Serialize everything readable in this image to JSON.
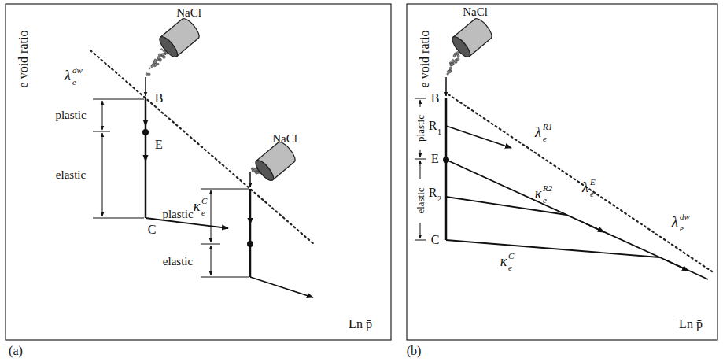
{
  "diagram": {
    "labels": [
      "e void ratio",
      "Ln p̄",
      "NaCl",
      "NaCl",
      "λ",
      "e",
      "dw",
      "B",
      "E",
      "C",
      "plastic",
      "elastic",
      "κ",
      "e",
      "C",
      "plastic",
      "elastic",
      "(a)",
      "e void ratio",
      "Ln p̄",
      "NaCl",
      "B",
      "R",
      "1",
      "E",
      "R",
      "2",
      "C",
      "plastic",
      "elastic",
      "λ",
      "e",
      "R1",
      "λ",
      "e",
      "E",
      "κ",
      "e",
      "R2",
      "κ",
      "e",
      "C",
      "λ",
      "e",
      "dw",
      "(b)"
    ]
  }
}
